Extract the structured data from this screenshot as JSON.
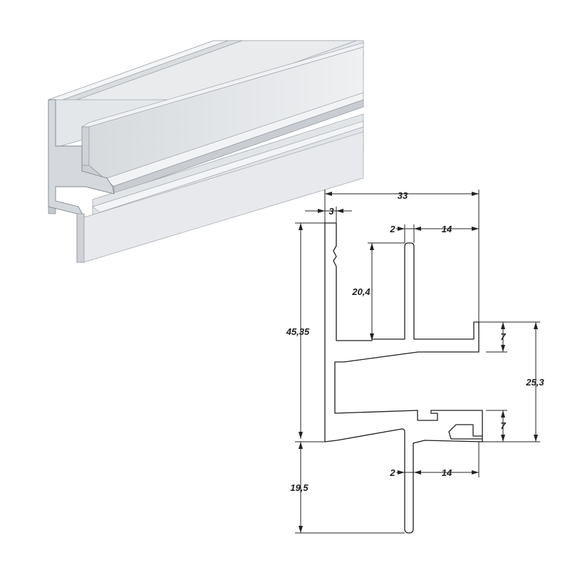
{
  "iso_view": {
    "colors": {
      "light": "#e6e8ea",
      "mid": "#d3d6d9",
      "dark": "#b9bdc2",
      "edge": "#9da2a8",
      "highlight": "#f5f6f7"
    }
  },
  "dimensions": {
    "overall_width": "33",
    "wall_thickness": "3",
    "top_fin_thickness": "2",
    "top_channel_width": "14",
    "upper_depth": "20,4",
    "overall_upper_height": "45,35",
    "channel_offset_upper": "7",
    "channel_offset_lower": "7",
    "channel_span": "25,3",
    "bottom_fin_thickness": "2",
    "bottom_channel_width": "14",
    "lower_fin_height": "19,5"
  }
}
